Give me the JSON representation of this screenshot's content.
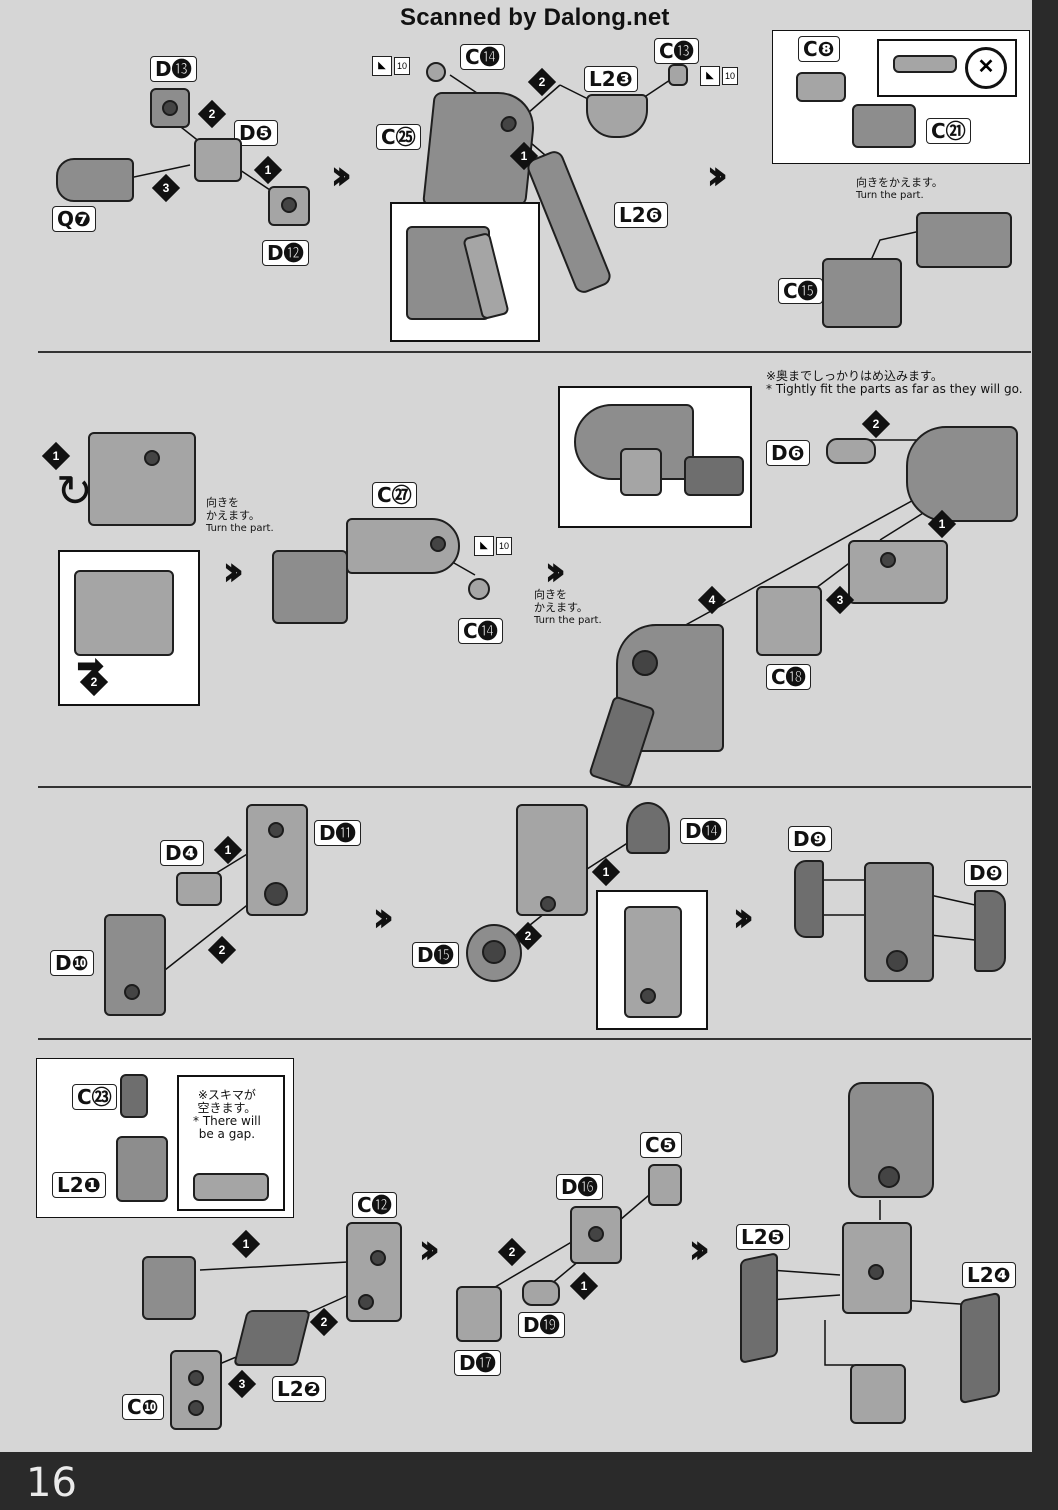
{
  "header": {
    "watermark": "Scanned by Dalong.net"
  },
  "footer": {
    "page_number": "16"
  },
  "section1": {
    "labels": {
      "d13": "D⓭",
      "d5": "D❺",
      "q7": "Q❼",
      "d12": "D⓬",
      "c14": "C⓮",
      "c13": "C⓭",
      "c25": "C㉕",
      "l23": "L2❸",
      "l26": "L2❻",
      "c8": "C❽",
      "c21": "C㉑",
      "c15": "C⓯"
    },
    "knife_num": "10",
    "turn_note_jp": "向きをかえます。",
    "turn_note_en": "Turn the part."
  },
  "section2": {
    "labels": {
      "c27": "C㉗",
      "c14": "C⓮",
      "d6": "D❻",
      "c18": "C⓲"
    },
    "knife_num": "10",
    "turn_note_jp_1": "向きを",
    "turn_note_jp_2": "かえます。",
    "turn_note_en": "Turn the part.",
    "fit_note_jp": "※奥までしっかりはめ込みます。",
    "fit_note_en": "* Tightly fit the parts as far as they will go."
  },
  "section3": {
    "labels": {
      "d4": "D❹",
      "d11": "D⓫",
      "d10": "D❿",
      "d15": "D⓯",
      "d14": "D⓮",
      "d9a": "D❾",
      "d9b": "D❾"
    }
  },
  "section4": {
    "labels": {
      "c23": "C㉓",
      "l21": "L2❶",
      "c12": "C⓬",
      "c10": "C❿",
      "l22": "L2❷",
      "c5": "C❺",
      "d16": "D⓰",
      "d19": "D⓳",
      "d17": "D⓱",
      "l25": "L2❺",
      "l24": "L2❹"
    },
    "gap_note_jp_1": "※スキマが",
    "gap_note_jp_2": "空きます。",
    "gap_note_en_1": "* There will",
    "gap_note_en_2": "be a gap."
  },
  "steps": {
    "s1": "1",
    "s2": "2",
    "s3": "3",
    "s4": "4"
  },
  "colors": {
    "page": "#d6d6d6",
    "part": "#8d8d8d",
    "ink": "#111111"
  }
}
